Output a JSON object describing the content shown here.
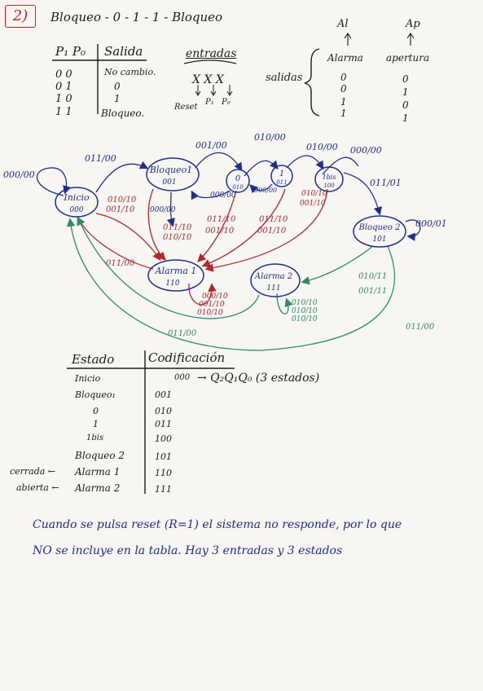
{
  "problem_number": "2)",
  "title": "Bloqueo - 0 - 1 - 1 - Bloqueo",
  "input_table": {
    "headers": [
      "P₁ P₀",
      "Salida"
    ],
    "rows": [
      {
        "inputs": "0 0",
        "output": "No cambio."
      },
      {
        "inputs": "0 1",
        "output": "0"
      },
      {
        "inputs": "1 0",
        "output": "1"
      },
      {
        "inputs": "1 1",
        "output": "Bloqueo."
      }
    ]
  },
  "entradas": {
    "label": "entradas",
    "vars": "X X X",
    "sub_labels": [
      "Reset",
      "P₁",
      "P₀"
    ]
  },
  "salidas": {
    "label": "salidas",
    "col_headers": [
      "Al",
      "Ap"
    ],
    "col_names": [
      "Alarma",
      "apertura"
    ],
    "al_values": [
      "0",
      "0",
      "1",
      "1"
    ],
    "ap_values": [
      "0",
      "1",
      "0",
      "1"
    ]
  },
  "diagram": {
    "states": [
      {
        "name": "Inicio",
        "code": "000"
      },
      {
        "name": "Bloqueo1",
        "code": "001"
      },
      {
        "name": "0",
        "code": "010"
      },
      {
        "name": "1",
        "code": "011"
      },
      {
        "name": "1bis",
        "code": "100"
      },
      {
        "name": "Bloqueo 2",
        "code": "101"
      },
      {
        "name": "Alarma 1",
        "code": "110"
      },
      {
        "name": "Alarma 2",
        "code": "111"
      }
    ],
    "labels": {
      "inicio_self": "000/00",
      "inicio_to_b1": "011/00",
      "b1_self": "001/00",
      "b1_to_0": "000/00",
      "b1_to_a1": "000/00",
      "s0_to_1": "010/00",
      "s0_back": "000/00",
      "s1_to_bis": "010/00",
      "bis_to_b2": "011/01",
      "b2_self": "000/01",
      "bis_self": "000/00",
      "inicio_to_a1": [
        "010/10",
        "001/10"
      ],
      "b1_to_a1_b": [
        "011/10",
        "010/10"
      ],
      "s0_to_a1": [
        "011/10",
        "001/10"
      ],
      "s1_to_a1": [
        "011/10",
        "001/10"
      ],
      "bis_to_a1": [
        "010/10",
        "001/10"
      ],
      "a1_to_inicio": "011/00",
      "a1_self": [
        "000/10",
        "001/10",
        "010/10"
      ],
      "b2_to_a2": [
        "010/11",
        "001/11"
      ],
      "a2_self": [
        "010/10",
        "010/10",
        "010/10"
      ],
      "a2_to_inicio": "011/00",
      "b2_to_inicio": "011/00"
    }
  },
  "coding_table": {
    "headers": [
      "Estado",
      "Codificación"
    ],
    "rows": [
      {
        "state": "Inicio",
        "code": "000",
        "note": "→ Q₂Q₁Q₀ (3 estados)"
      },
      {
        "state": "Bloqueo₁",
        "code": "001",
        "note": ""
      },
      {
        "state": "0",
        "code": "010",
        "note": ""
      },
      {
        "state": "1",
        "code": "011",
        "note": ""
      },
      {
        "state": "1bis",
        "code": "100",
        "note": ""
      },
      {
        "state": "Bloqueo 2",
        "code": "101",
        "note": ""
      },
      {
        "state": "Alarma 1",
        "code": "110",
        "note": "",
        "side": "cerrada ←"
      },
      {
        "state": "Alarma 2",
        "code": "111",
        "note": "",
        "side": "abierta ←"
      }
    ]
  },
  "footer_lines": [
    "Cuando se pulsa reset (R=1) el sistema no responde, por lo que",
    "NO se incluye en la tabla. Hay 3 entradas y 3 estados"
  ],
  "colors": {
    "ink": "#1b1b1b",
    "blue": "#1f2f8a",
    "red": "#b0282a",
    "green": "#2e8a6a"
  }
}
